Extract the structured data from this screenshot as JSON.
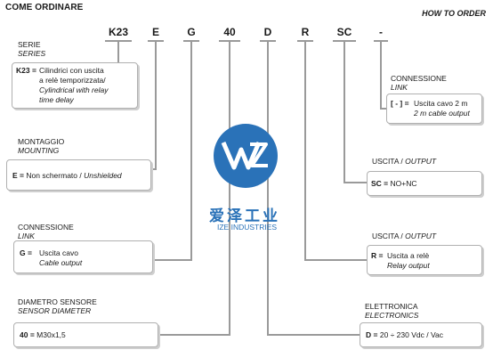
{
  "header": {
    "left_title": "COME ORDINARE",
    "right_title": "HOW TO ORDER"
  },
  "codes": [
    "K23",
    "E",
    "G",
    "40",
    "D",
    "R",
    "SC",
    "-"
  ],
  "serie": {
    "title": "SERIE",
    "title_en": "SERIES",
    "key": "K23 =",
    "line1": "Cilindrici con uscita",
    "line2": "a relè temporizzata/",
    "line3": "Cylindrical with relay",
    "line4": "time delay"
  },
  "montaggio": {
    "title": "MONTAGGIO",
    "title_en": "MOUNTING",
    "key": "E =",
    "text": "Non schermato /",
    "text_en": "Unshielded"
  },
  "connessione_left": {
    "title": "CONNESSIONE",
    "title_en": "LINK",
    "key": "G =",
    "line1": "Uscita cavo",
    "line2": "Cable output"
  },
  "diametro": {
    "title": "DIAMETRO SENSORE",
    "title_en": "SENSOR DIAMETER",
    "key": "40 =",
    "text": "M30x1,5"
  },
  "connessione_right": {
    "title": "CONNESSIONE",
    "title_en": "LINK",
    "key": "[ - ] =",
    "line1": "Uscita cavo 2 m",
    "line2": "2 m cable output"
  },
  "uscita_sc": {
    "title": "USCITA /",
    "title_en": "OUTPUT",
    "key": "SC =",
    "text": "NO+NC"
  },
  "uscita_r": {
    "title": "USCITA /",
    "title_en": "OUTPUT",
    "key": "R =",
    "line1": "Uscita a relè",
    "line2": "Relay output"
  },
  "elettronica": {
    "title": "ELETTRONICA",
    "title_en": "ELECTRONICS",
    "key": "D =",
    "text": "20 ÷ 230 Vdc / Vac"
  },
  "watermark": {
    "cn": "爱泽工业",
    "en": "IZE INDUSTRIES"
  },
  "colors": {
    "line": "#9a9a9a",
    "box_border": "#b0b0b0",
    "logo_blue": "#2a72b8"
  }
}
